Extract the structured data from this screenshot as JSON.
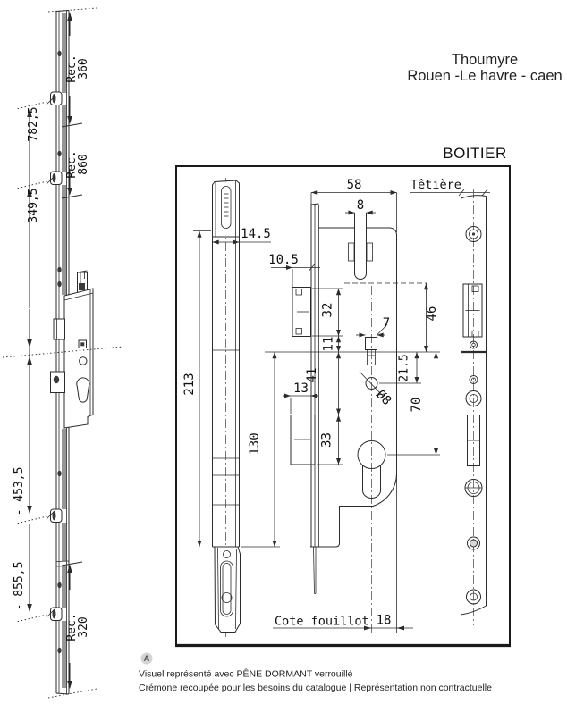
{
  "header": {
    "brand_line1": "Thoumyre",
    "brand_line2": "Rouen -Le havre - caen",
    "drawing_title": "BOITIER"
  },
  "rail": {
    "rec_top_label": "Rec.",
    "rec_top_value": "360",
    "dim_top_roller": "782,5",
    "rec_mid_label": "Rec.",
    "rec_mid_value": "860",
    "dim_second_roller": "349,5",
    "dim_lower_roller": "- 453,5",
    "dim_bottom_roller": "- 855,5",
    "rec_bottom_label": "Rec.",
    "rec_bottom_value": "320"
  },
  "boitier": {
    "width": "58",
    "latch_width": "8",
    "faceplate_width": "14.5",
    "keeper_offset": "10.5",
    "keeper_height": "32",
    "gap": "11",
    "dim_41": "41",
    "bolt_throw": "13",
    "bolt_height": "33",
    "body_length": "213",
    "case_length": "130",
    "dim_46": "46",
    "dim_21_5": "21.5",
    "square": "7",
    "drill_dia": "Ø8",
    "axis_70": "70",
    "backset": "18",
    "fouillot_label": "Cote fouillot",
    "tetiere_label": "Têtière"
  },
  "footer": {
    "marker": "A",
    "note1": "Visuel représenté avec PÊNE DORMANT verrouillé",
    "note2": "Crémone recoupée pour les besoins du catalogue | Représentation non contractuelle"
  }
}
